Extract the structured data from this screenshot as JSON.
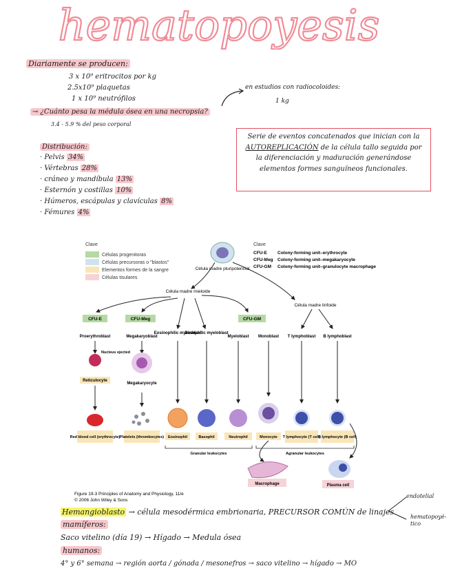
{
  "title": "hematopoyesis",
  "daily": {
    "heading": "Diariamente se producen:",
    "items": [
      "3 x 10⁹ eritrocitos por kg",
      "2.5x10⁹ plaquetas",
      "1 x 10⁹ neutrófilos"
    ],
    "note_label": "en estudios con radiocoloides:",
    "note_value": "1 kg"
  },
  "question": {
    "text": "→ ¿Cuánto pesa la médula ósea en una necropsia?",
    "answer": "3.4 - 5.9 % del peso corporal"
  },
  "definition_box": {
    "pre": "Serie de eventos concatenados que inician con la ",
    "underlined": "AUTOREPLICACIÓN",
    "post": " de la célula tallo seguida por la diferenciación y maduración generándose elementos formes sanguíneos funcionales."
  },
  "distribution": {
    "heading": "Distribución:",
    "items": [
      {
        "label": "Pelvis",
        "value": "34%"
      },
      {
        "label": "Vértebras",
        "value": "28%"
      },
      {
        "label": "cráneo y mandíbula",
        "value": "13%"
      },
      {
        "label": "Esternón y costillas",
        "value": "10%"
      },
      {
        "label": "Húmeros, escápulas y clavículas",
        "value": "8%"
      },
      {
        "label": "Fémures",
        "value": "4%"
      }
    ]
  },
  "figure": {
    "legend_title": "Clave",
    "legend": [
      {
        "label": "Células progenitoras",
        "color": "#b5d9a3"
      },
      {
        "label": "Células precursoras o \"blastos\"",
        "color": "#cfe3ef"
      },
      {
        "label": "Elementos formes de la sangre",
        "color": "#f9e6b8"
      },
      {
        "label": "Células tisulares",
        "color": "#f6d3d8"
      }
    ],
    "key_title": "Clave",
    "key": [
      {
        "code": "CFU-E",
        "desc": "Colony-forming unit–erythrocyte"
      },
      {
        "code": "CFU-Meg",
        "desc": "Colony-forming unit–megakaryocyte"
      },
      {
        "code": "CFU-GM",
        "desc": "Colony-forming unit–granulocyte macrophage"
      }
    ],
    "stem": "Célula madre pluripotencial",
    "myeloid": "Célula madre mieloide",
    "lymphoid": "Célula madre linfoide",
    "cfu": [
      "CFU-E",
      "CFU-Meg",
      "CFU-GM"
    ],
    "blasts": [
      "Proerythroblast",
      "Megakaryoblast",
      "Eosinophilic myeloblast",
      "Basophilic myeloblast",
      "Myeloblast",
      "Monoblast",
      "T lymphoblast",
      "B lymphoblast"
    ],
    "nucleus": "Nucleus ejected",
    "reticulocyte": "Reticulocyte",
    "megakaryocyte": "Megakaryocyte",
    "cells": [
      "Red blood cell (erythrocyte)",
      "Platelets (thrombocytes)",
      "Eosinophil",
      "Basophil",
      "Neutrophil",
      "Monocyte",
      "T lymphocyte (T cell)",
      "B lymphocyte (B cell)"
    ],
    "granular": "Granular leukocytes",
    "agranular": "Agranular leukocytes",
    "macrophage": "Macrophage",
    "plasma": "Plasma cell",
    "caption1": "Figure 19-3 Principles of Anatomy and Physiology, 11/e",
    "caption2": "© 2006 John Wiley & Sons"
  },
  "bottom": {
    "hemangio": "Hemangioblasto",
    "hemangio_rest": "→ célula mesodérmica embrionaria, PRECURSOR COMÚN de linajes",
    "branch1": "endotelial",
    "branch2": "hematopoyé-tico",
    "mamiferos": "mamíferos:",
    "line2": "Saco vitelino (día 19) → Hígado → Medula ósea",
    "humanos": "humanos:",
    "line4": "4° y 6° semana → región aorta / gónada / mesonefros → saco vitelino → hígado → MO"
  }
}
